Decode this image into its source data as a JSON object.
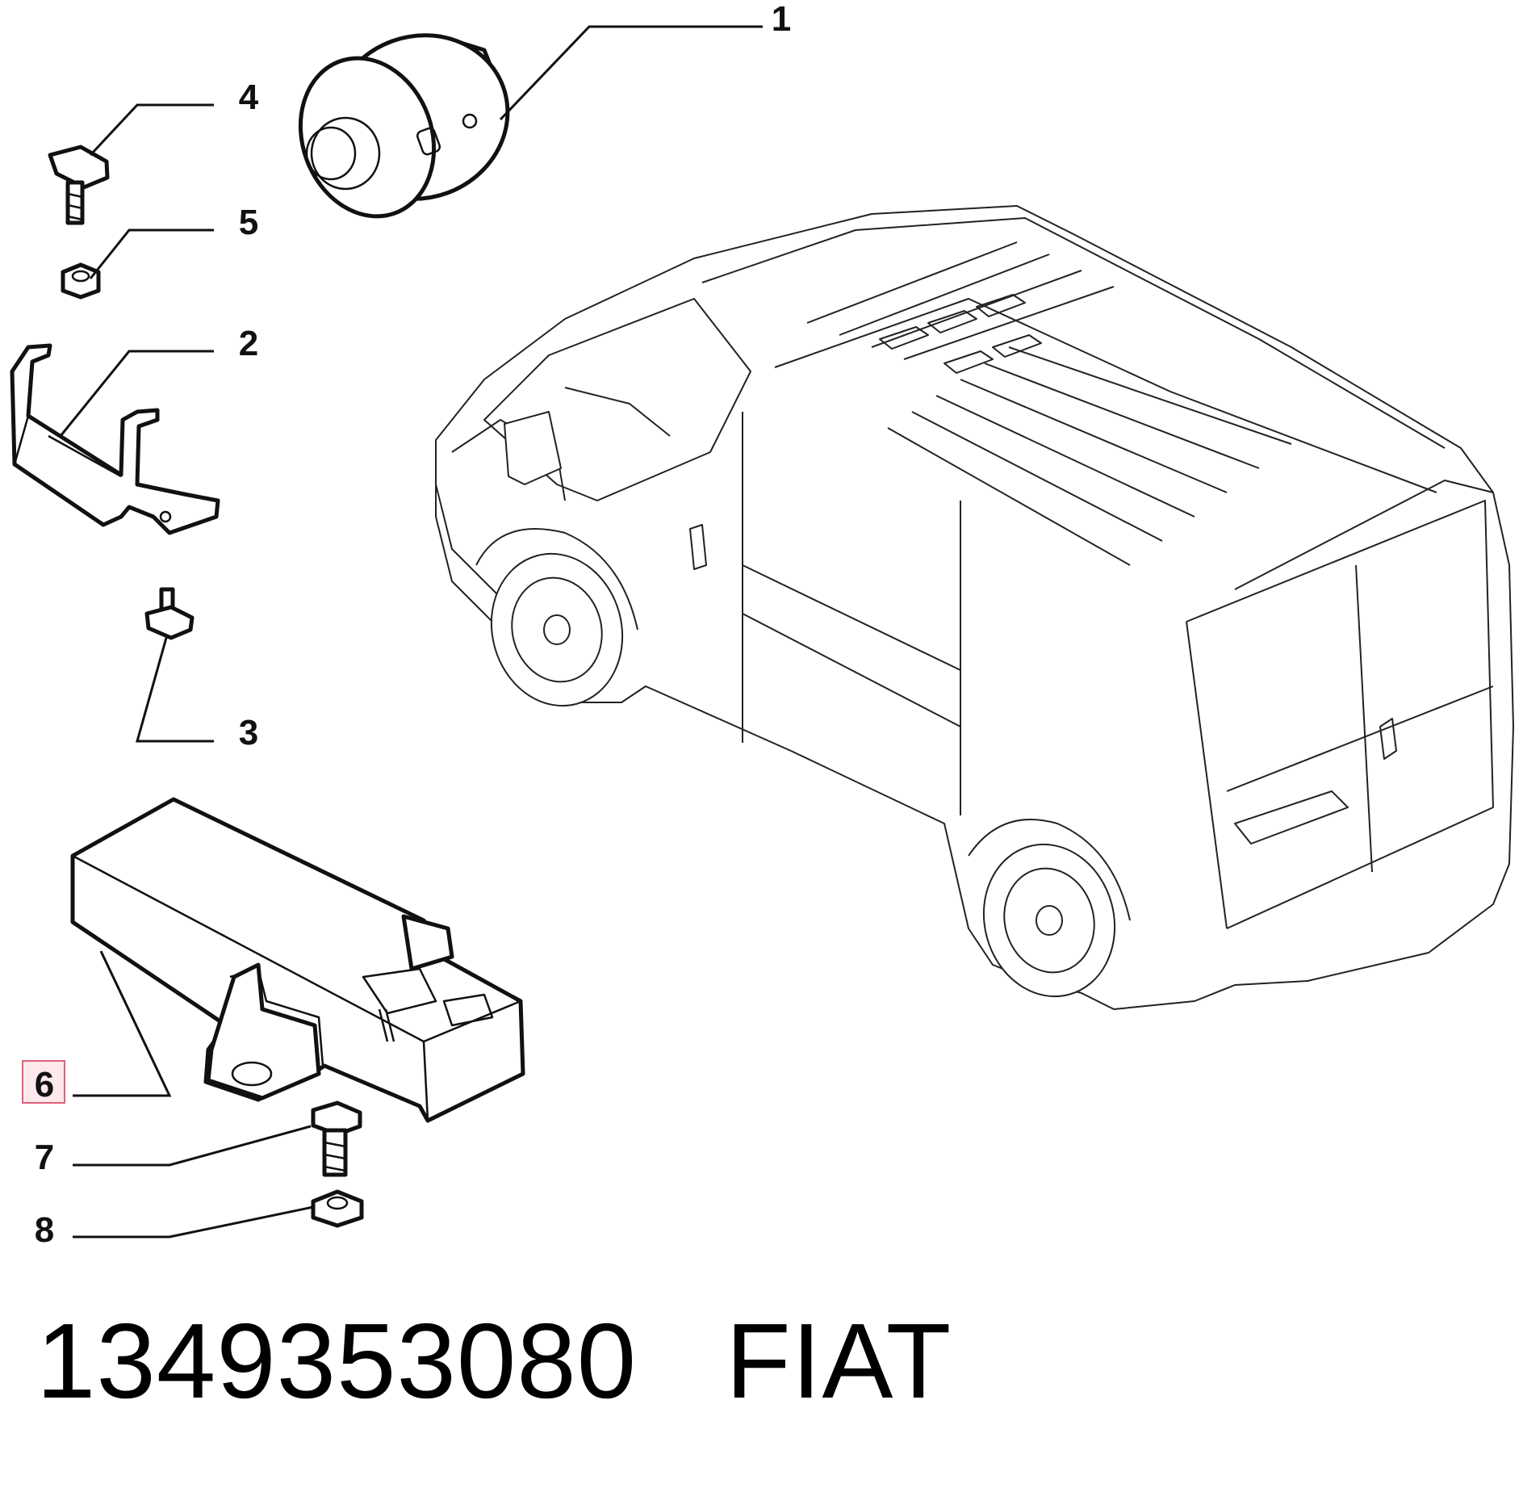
{
  "callouts": [
    {
      "id": "1",
      "label": "1",
      "highlighted": false
    },
    {
      "id": "2",
      "label": "2",
      "highlighted": false
    },
    {
      "id": "3",
      "label": "3",
      "highlighted": false
    },
    {
      "id": "4",
      "label": "4",
      "highlighted": false
    },
    {
      "id": "5",
      "label": "5",
      "highlighted": false
    },
    {
      "id": "6",
      "label": "6",
      "highlighted": true
    },
    {
      "id": "7",
      "label": "7",
      "highlighted": false
    },
    {
      "id": "8",
      "label": "8",
      "highlighted": false
    }
  ],
  "highlight_color": "#e0607a",
  "highlight_fill": "#fde8ec",
  "footer": {
    "part_number": "1349353080",
    "brand": "FIAT"
  }
}
